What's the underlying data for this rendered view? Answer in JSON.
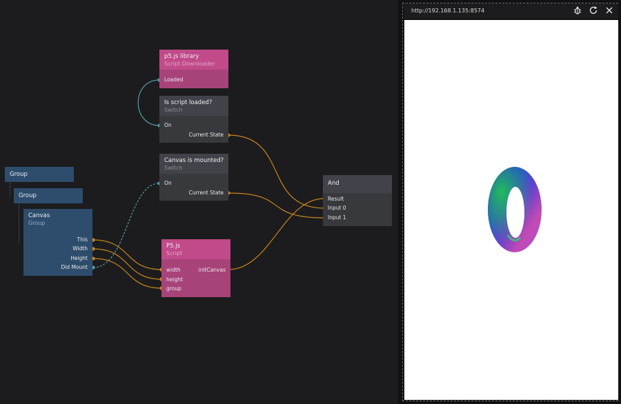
{
  "nodes": {
    "p5lib": {
      "title": "p5.js library",
      "subtitle": "Script Downloader",
      "ports": {
        "loaded": "Loaded"
      }
    },
    "isScriptLoaded": {
      "title": "Is script loaded?",
      "subtitle": "Switch",
      "ports": {
        "on": "On",
        "current_state": "Current State"
      }
    },
    "canvasMounted": {
      "title": "Canvas is mounted?",
      "subtitle": "Switch",
      "ports": {
        "on": "On",
        "current_state": "Current State"
      }
    },
    "and": {
      "title": "And",
      "ports": {
        "result": "Result",
        "input0": "Input 0",
        "input1": "Input 1"
      }
    },
    "group1": {
      "title": "Group"
    },
    "group2": {
      "title": "Group"
    },
    "canvas": {
      "title": "Canvas",
      "subtitle": "Group",
      "ports": {
        "this": "This",
        "width": "Width",
        "height": "Height",
        "did_mount": "Did Mount"
      }
    },
    "p5script": {
      "title": "P5.js",
      "subtitle": "Script",
      "ports": {
        "width": "width",
        "height": "height",
        "group": "group",
        "init_canvas": "initCanvas"
      }
    }
  },
  "preview": {
    "url": "http://192.168.1.135:8574",
    "controls": {
      "bug": "bug-icon",
      "refresh": "refresh-icon",
      "close": "close-icon"
    }
  },
  "colors": {
    "canvas_bg": "#1c1c1e",
    "node_pink": "#c04a8a",
    "node_gray": "#42434a",
    "node_blue": "#2e4d6c",
    "wire_data": "#c9871c",
    "wire_signal": "#4f9fa5"
  }
}
